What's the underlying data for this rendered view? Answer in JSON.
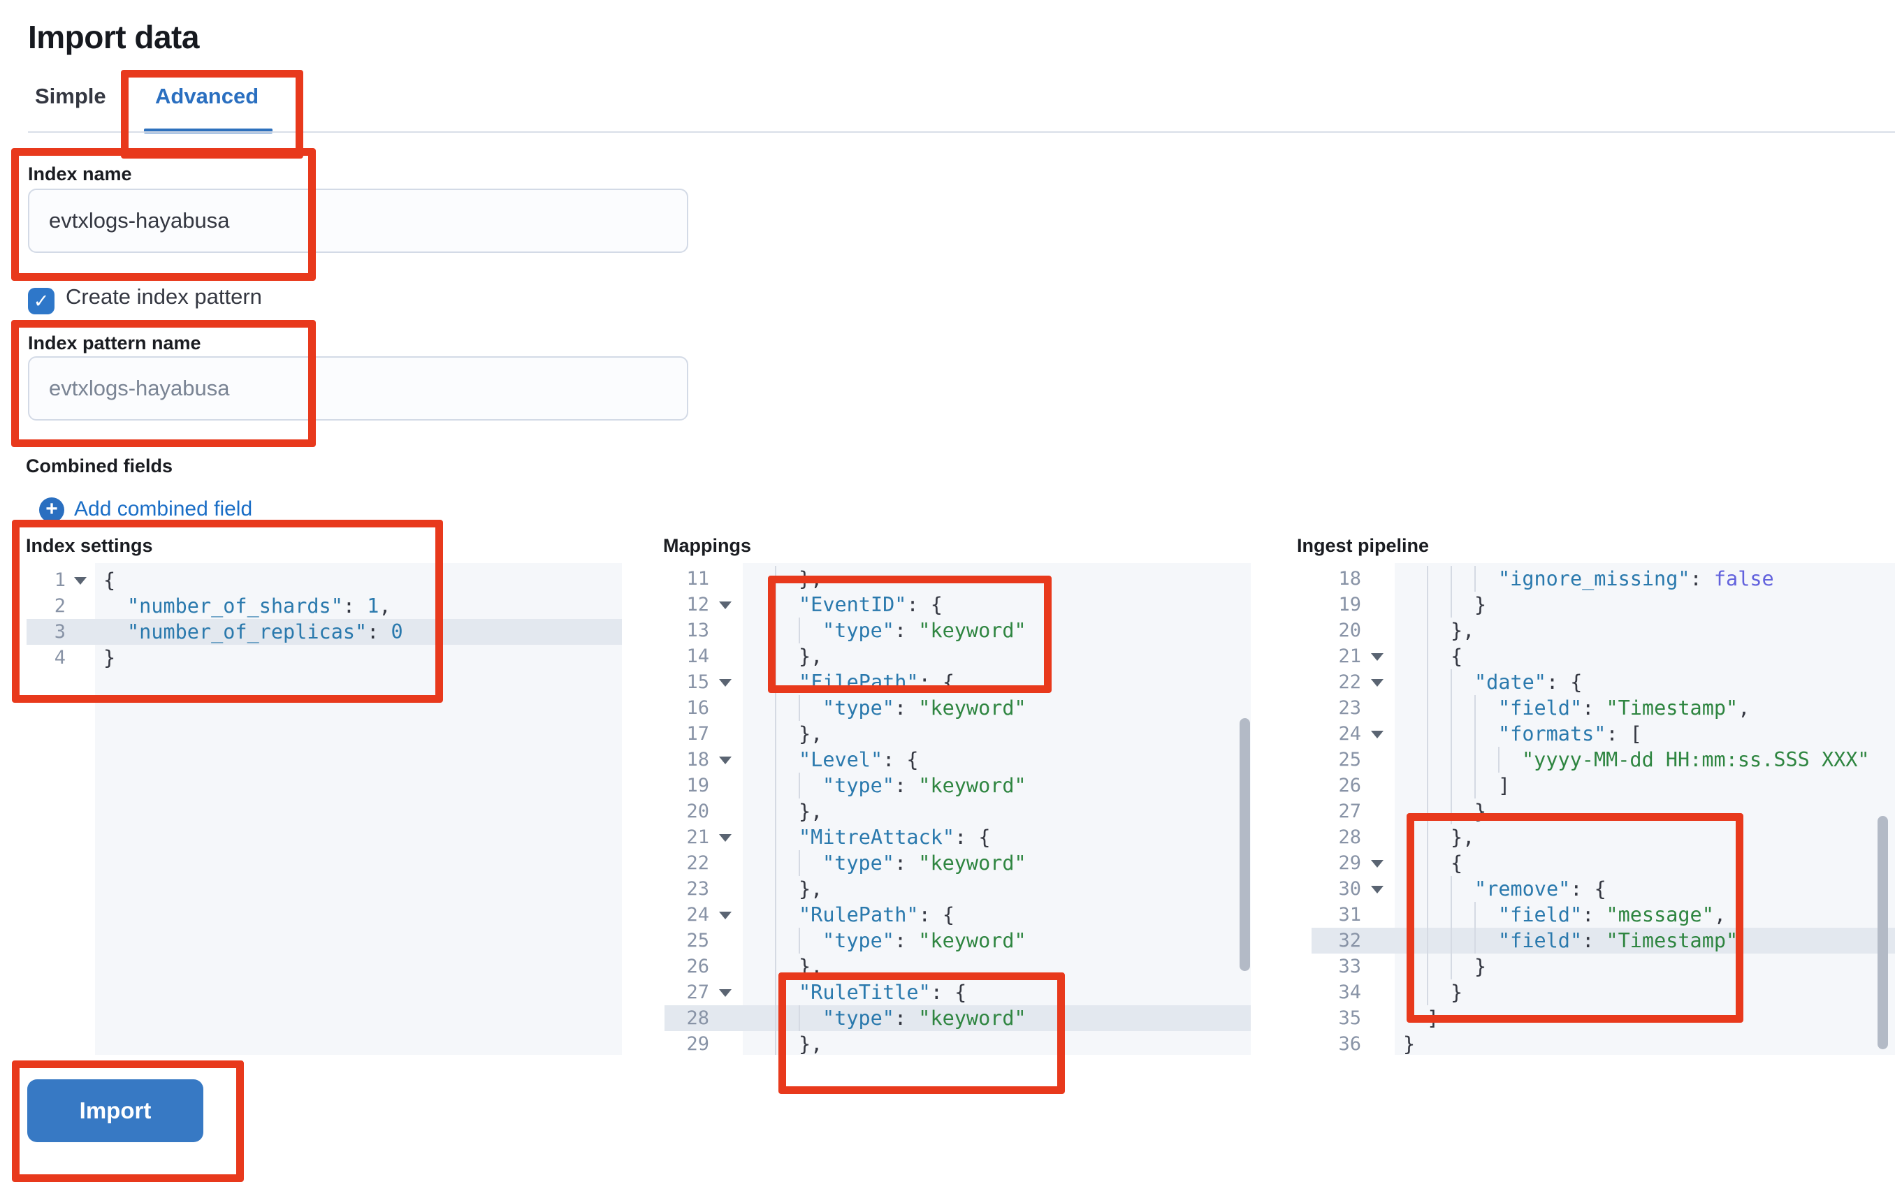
{
  "page": {
    "title": "Import data"
  },
  "tabs": [
    {
      "label": "Simple",
      "active": false
    },
    {
      "label": "Advanced",
      "active": true
    }
  ],
  "fields": {
    "index_name": {
      "label": "Index name",
      "value": "evtxlogs-hayabusa"
    },
    "create_index_pattern": {
      "label": "Create index pattern",
      "checked": true,
      "check_glyph": "✓"
    },
    "index_pattern_name": {
      "label": "Index pattern name",
      "placeholder": "evtxlogs-hayabusa"
    },
    "combined_fields": {
      "label": "Combined fields",
      "add_link": "Add combined field",
      "add_icon": "+"
    }
  },
  "import_button": {
    "label": "Import"
  },
  "colors": {
    "annotation_red": "#e8391c",
    "tab_active_blue": "#2a6fc0",
    "link_blue": "#1b6ec6",
    "checkbox_blue": "#2e77c9",
    "button_blue": "#3779c4",
    "code": {
      "punct": "#343741",
      "key": "#2a79ad",
      "num": "#2a79ad",
      "str": "#2e8540",
      "bool": "#6262dd"
    }
  },
  "editors": [
    {
      "title": "Index settings",
      "lines": [
        {
          "n": 1,
          "level": 0,
          "fold": true,
          "highlight": false,
          "tokens": [
            [
              "punct",
              "{"
            ]
          ]
        },
        {
          "n": 2,
          "level": 1,
          "fold": false,
          "highlight": false,
          "tokens": [
            [
              "key",
              "\"number_of_shards\""
            ],
            [
              "punct",
              ": "
            ],
            [
              "num",
              "1"
            ],
            [
              "punct",
              ","
            ]
          ]
        },
        {
          "n": 3,
          "level": 1,
          "fold": false,
          "highlight": true,
          "tokens": [
            [
              "key",
              "\"number_of_replicas\""
            ],
            [
              "punct",
              ": "
            ],
            [
              "num",
              "0"
            ]
          ]
        },
        {
          "n": 4,
          "level": 0,
          "fold": false,
          "highlight": false,
          "tokens": [
            [
              "punct",
              "}"
            ]
          ]
        }
      ]
    },
    {
      "title": "Mappings",
      "scrollbar": true,
      "lines": [
        {
          "n": 11,
          "level": 2,
          "fold": false,
          "highlight": false,
          "tokens": [
            [
              "punct",
              "},"
            ]
          ]
        },
        {
          "n": 12,
          "level": 2,
          "fold": true,
          "highlight": false,
          "tokens": [
            [
              "key",
              "\"EventID\""
            ],
            [
              "punct",
              ": {"
            ]
          ]
        },
        {
          "n": 13,
          "level": 3,
          "fold": false,
          "highlight": false,
          "tokens": [
            [
              "key",
              "\"type\""
            ],
            [
              "punct",
              ": "
            ],
            [
              "str",
              "\"keyword\""
            ]
          ]
        },
        {
          "n": 14,
          "level": 2,
          "fold": false,
          "highlight": false,
          "tokens": [
            [
              "punct",
              "},"
            ]
          ]
        },
        {
          "n": 15,
          "level": 2,
          "fold": true,
          "highlight": false,
          "tokens": [
            [
              "key",
              "\"FilePath\""
            ],
            [
              "punct",
              ": {"
            ]
          ]
        },
        {
          "n": 16,
          "level": 3,
          "fold": false,
          "highlight": false,
          "tokens": [
            [
              "key",
              "\"type\""
            ],
            [
              "punct",
              ": "
            ],
            [
              "str",
              "\"keyword\""
            ]
          ]
        },
        {
          "n": 17,
          "level": 2,
          "fold": false,
          "highlight": false,
          "tokens": [
            [
              "punct",
              "},"
            ]
          ]
        },
        {
          "n": 18,
          "level": 2,
          "fold": true,
          "highlight": false,
          "tokens": [
            [
              "key",
              "\"Level\""
            ],
            [
              "punct",
              ": {"
            ]
          ]
        },
        {
          "n": 19,
          "level": 3,
          "fold": false,
          "highlight": false,
          "tokens": [
            [
              "key",
              "\"type\""
            ],
            [
              "punct",
              ": "
            ],
            [
              "str",
              "\"keyword\""
            ]
          ]
        },
        {
          "n": 20,
          "level": 2,
          "fold": false,
          "highlight": false,
          "tokens": [
            [
              "punct",
              "},"
            ]
          ]
        },
        {
          "n": 21,
          "level": 2,
          "fold": true,
          "highlight": false,
          "tokens": [
            [
              "key",
              "\"MitreAttack\""
            ],
            [
              "punct",
              ": {"
            ]
          ]
        },
        {
          "n": 22,
          "level": 3,
          "fold": false,
          "highlight": false,
          "tokens": [
            [
              "key",
              "\"type\""
            ],
            [
              "punct",
              ": "
            ],
            [
              "str",
              "\"keyword\""
            ]
          ]
        },
        {
          "n": 23,
          "level": 2,
          "fold": false,
          "highlight": false,
          "tokens": [
            [
              "punct",
              "},"
            ]
          ]
        },
        {
          "n": 24,
          "level": 2,
          "fold": true,
          "highlight": false,
          "tokens": [
            [
              "key",
              "\"RulePath\""
            ],
            [
              "punct",
              ": {"
            ]
          ]
        },
        {
          "n": 25,
          "level": 3,
          "fold": false,
          "highlight": false,
          "tokens": [
            [
              "key",
              "\"type\""
            ],
            [
              "punct",
              ": "
            ],
            [
              "str",
              "\"keyword\""
            ]
          ]
        },
        {
          "n": 26,
          "level": 2,
          "fold": false,
          "highlight": false,
          "tokens": [
            [
              "punct",
              "},"
            ]
          ]
        },
        {
          "n": 27,
          "level": 2,
          "fold": true,
          "highlight": false,
          "tokens": [
            [
              "key",
              "\"RuleTitle\""
            ],
            [
              "punct",
              ": {"
            ]
          ]
        },
        {
          "n": 28,
          "level": 3,
          "fold": false,
          "highlight": true,
          "tokens": [
            [
              "key",
              "\"type\""
            ],
            [
              "punct",
              ": "
            ],
            [
              "str",
              "\"keyword\""
            ]
          ]
        },
        {
          "n": 29,
          "level": 2,
          "fold": false,
          "highlight": false,
          "tokens": [
            [
              "punct",
              "},"
            ]
          ]
        }
      ]
    },
    {
      "title": "Ingest pipeline",
      "scrollbar": true,
      "lines": [
        {
          "n": 18,
          "level": 4,
          "fold": false,
          "highlight": false,
          "tokens": [
            [
              "key",
              "\"ignore_missing\""
            ],
            [
              "punct",
              ": "
            ],
            [
              "bool",
              "false"
            ]
          ]
        },
        {
          "n": 19,
          "level": 3,
          "fold": false,
          "highlight": false,
          "tokens": [
            [
              "punct",
              "}"
            ]
          ]
        },
        {
          "n": 20,
          "level": 2,
          "fold": false,
          "highlight": false,
          "tokens": [
            [
              "punct",
              "},"
            ]
          ]
        },
        {
          "n": 21,
          "level": 2,
          "fold": true,
          "highlight": false,
          "tokens": [
            [
              "punct",
              "{"
            ]
          ]
        },
        {
          "n": 22,
          "level": 3,
          "fold": true,
          "highlight": false,
          "tokens": [
            [
              "key",
              "\"date\""
            ],
            [
              "punct",
              ": {"
            ]
          ]
        },
        {
          "n": 23,
          "level": 4,
          "fold": false,
          "highlight": false,
          "tokens": [
            [
              "key",
              "\"field\""
            ],
            [
              "punct",
              ": "
            ],
            [
              "str",
              "\"Timestamp\""
            ],
            [
              "punct",
              ","
            ]
          ]
        },
        {
          "n": 24,
          "level": 4,
          "fold": true,
          "highlight": false,
          "tokens": [
            [
              "key",
              "\"formats\""
            ],
            [
              "punct",
              ": ["
            ]
          ]
        },
        {
          "n": 25,
          "level": 5,
          "fold": false,
          "highlight": false,
          "tokens": [
            [
              "str",
              "\"yyyy-MM-dd HH:mm:ss.SSS XXX\""
            ]
          ]
        },
        {
          "n": 26,
          "level": 4,
          "fold": false,
          "highlight": false,
          "tokens": [
            [
              "punct",
              "]"
            ]
          ]
        },
        {
          "n": 27,
          "level": 3,
          "fold": false,
          "highlight": false,
          "tokens": [
            [
              "punct",
              "}"
            ]
          ]
        },
        {
          "n": 28,
          "level": 2,
          "fold": false,
          "highlight": false,
          "tokens": [
            [
              "punct",
              "},"
            ]
          ]
        },
        {
          "n": 29,
          "level": 2,
          "fold": true,
          "highlight": false,
          "tokens": [
            [
              "punct",
              "{"
            ]
          ]
        },
        {
          "n": 30,
          "level": 3,
          "fold": true,
          "highlight": false,
          "tokens": [
            [
              "key",
              "\"remove\""
            ],
            [
              "punct",
              ": {"
            ]
          ]
        },
        {
          "n": 31,
          "level": 4,
          "fold": false,
          "highlight": false,
          "tokens": [
            [
              "key",
              "\"field\""
            ],
            [
              "punct",
              ": "
            ],
            [
              "str",
              "\"message\""
            ],
            [
              "punct",
              ","
            ]
          ]
        },
        {
          "n": 32,
          "level": 4,
          "fold": false,
          "highlight": true,
          "tokens": [
            [
              "key",
              "\"field\""
            ],
            [
              "punct",
              ": "
            ],
            [
              "str",
              "\"Timestamp\""
            ]
          ]
        },
        {
          "n": 33,
          "level": 3,
          "fold": false,
          "highlight": false,
          "tokens": [
            [
              "punct",
              "}"
            ]
          ]
        },
        {
          "n": 34,
          "level": 2,
          "fold": false,
          "highlight": false,
          "tokens": [
            [
              "punct",
              "}"
            ]
          ]
        },
        {
          "n": 35,
          "level": 1,
          "fold": false,
          "highlight": false,
          "tokens": [
            [
              "punct",
              "]"
            ]
          ]
        },
        {
          "n": 36,
          "level": 0,
          "fold": false,
          "highlight": false,
          "tokens": [
            [
              "punct",
              "}"
            ]
          ]
        }
      ]
    }
  ]
}
